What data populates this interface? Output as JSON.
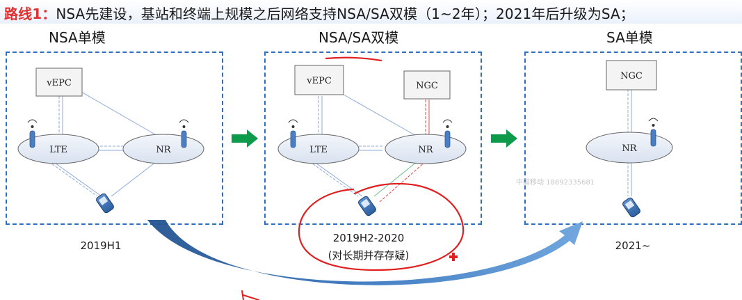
{
  "title": {
    "route_label": "路线1：",
    "text": "NSA先建设，基站和终端上规模之后网络支持NSA/SA双模（1~2年）；2021年后升级为SA；"
  },
  "panels": [
    {
      "heading": "NSA单模",
      "core_label": "vEPC",
      "lte_label": "LTE",
      "nr_label": "NR",
      "caption": "2019H1"
    },
    {
      "heading": "NSA/SA双模",
      "core_label": "vEPC",
      "core2_label": "NGC",
      "lte_label": "LTE",
      "nr_label": "NR",
      "caption": "2019H2-2020",
      "caption2": "(对长期并存存疑)"
    },
    {
      "heading": "SA单模",
      "core_label": "NGC",
      "nr_label": "NR",
      "caption": "2021~"
    }
  ],
  "watermark": "中国移动 18892335681",
  "colors": {
    "panel_border": "#2f6fc2",
    "arrow_green": "#0d9a4a",
    "curve_arrow": "#2e6eb5",
    "annotation_red": "#e02020",
    "route_red": "#e03030",
    "link_blue": "#8ea9dd",
    "link_red": "#e04a4a",
    "link_green": "#6bbf8a"
  }
}
